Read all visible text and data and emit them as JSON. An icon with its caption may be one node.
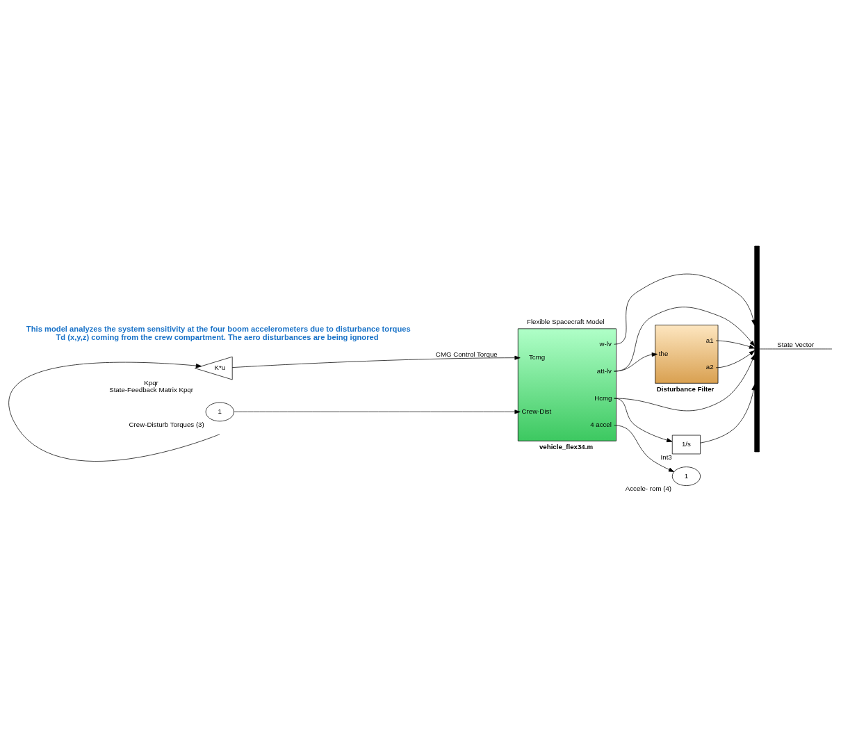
{
  "diagram": {
    "nodes": [
      {
        "text": [
          "K*u"
        ],
        "beside": [
          "Kpqr",
          "State-Feedback Matrix Kpqr"
        ]
      },
      {
        "text": [
          "w-lv",
          "Tcmg",
          "att-lv",
          "Hcmg",
          "Crew-Dist",
          "4 accel"
        ],
        "beside": [
          "Flexible Spacecraft Model",
          "vehicle_flex34.m"
        ]
      },
      {
        "text": [
          "1"
        ],
        "beside": [
          "Crew-Disturb Torques (3)"
        ]
      },
      {
        "text": [
          "1"
        ],
        "beside": [
          "Accele- rom (4)"
        ]
      },
      {
        "text": [
          "1/s"
        ],
        "beside": [
          "Int3"
        ]
      },
      {
        "text": [
          "a1",
          "the",
          "a2"
        ],
        "beside": [
          "Disturbance Filter"
        ]
      },
      {
        "text": [],
        "shape": "bar"
      }
    ],
    "edges": [
      {
        "from": null,
        "to": 0,
        "arrow": "to"
      },
      {
        "from": 0,
        "to": 1,
        "arrow": "to",
        "label": "CMG Control Torque"
      },
      {
        "from": 2,
        "to": 1,
        "arrow": "to"
      },
      {
        "from": 1,
        "to": 6,
        "arrow": "to"
      },
      {
        "from": 1,
        "to": 6,
        "arrow": "to"
      },
      {
        "from": 1,
        "to": 5,
        "arrow": "to"
      },
      {
        "from": 1,
        "to": 6,
        "arrow": "to"
      },
      {
        "from": 1,
        "to": 4,
        "arrow": "to"
      },
      {
        "from": 4,
        "to": 6,
        "arrow": "to"
      },
      {
        "from": 1,
        "to": 3,
        "arrow": "to"
      },
      {
        "from": 5,
        "to": 6,
        "arrow": "to"
      },
      {
        "from": 5,
        "to": 6,
        "arrow": "to"
      },
      {
        "from": 6,
        "to": null,
        "arrow": "none",
        "label": "State Vector"
      }
    ],
    "labels": [
      "This model analyzes the system sensitivity at the four boom accelerometers due to disturbance torques Td (x,y,z) coming from the crew compartment. The aero disturbances are being ignored"
    ]
  }
}
